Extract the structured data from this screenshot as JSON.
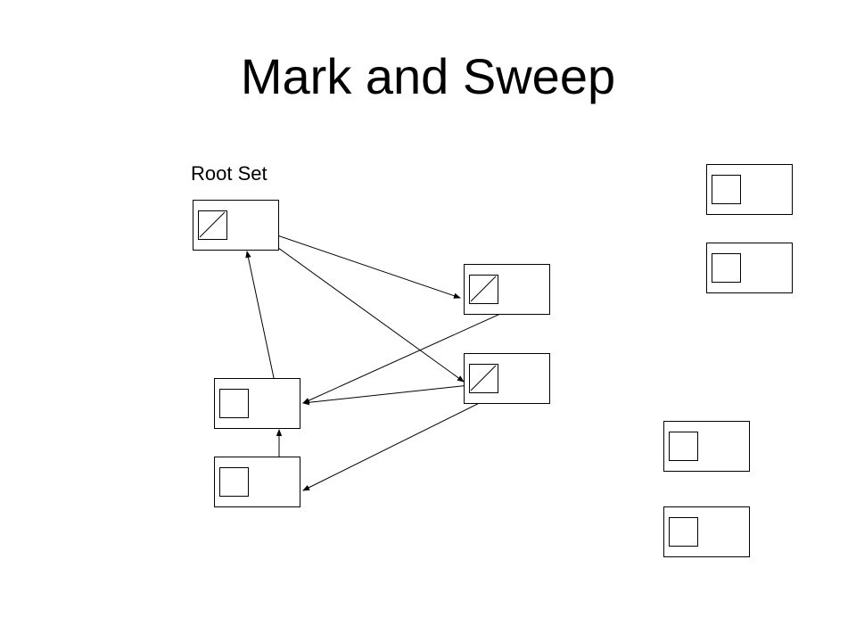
{
  "slide": {
    "title": "Mark and Sweep",
    "root_label": "Root Set"
  },
  "diagram": {
    "nodes": [
      {
        "id": "root",
        "marked": true
      },
      {
        "id": "obj-a",
        "marked": true
      },
      {
        "id": "obj-b",
        "marked": true
      },
      {
        "id": "obj-c",
        "marked": false
      },
      {
        "id": "obj-d",
        "marked": false
      },
      {
        "id": "free-1",
        "marked": false
      },
      {
        "id": "free-2",
        "marked": false
      },
      {
        "id": "free-3",
        "marked": false
      },
      {
        "id": "free-4",
        "marked": false
      }
    ],
    "edges": [
      {
        "from": "root",
        "to": "obj-a"
      },
      {
        "from": "root",
        "to": "obj-b"
      },
      {
        "from": "obj-a",
        "to": "obj-c"
      },
      {
        "from": "obj-b",
        "to": "obj-c"
      },
      {
        "from": "obj-b",
        "to": "obj-d"
      },
      {
        "from": "obj-c",
        "to": "root"
      },
      {
        "from": "obj-d",
        "to": "obj-c"
      }
    ],
    "stroke_color": "#000000",
    "fill_color": "#ffffff"
  }
}
